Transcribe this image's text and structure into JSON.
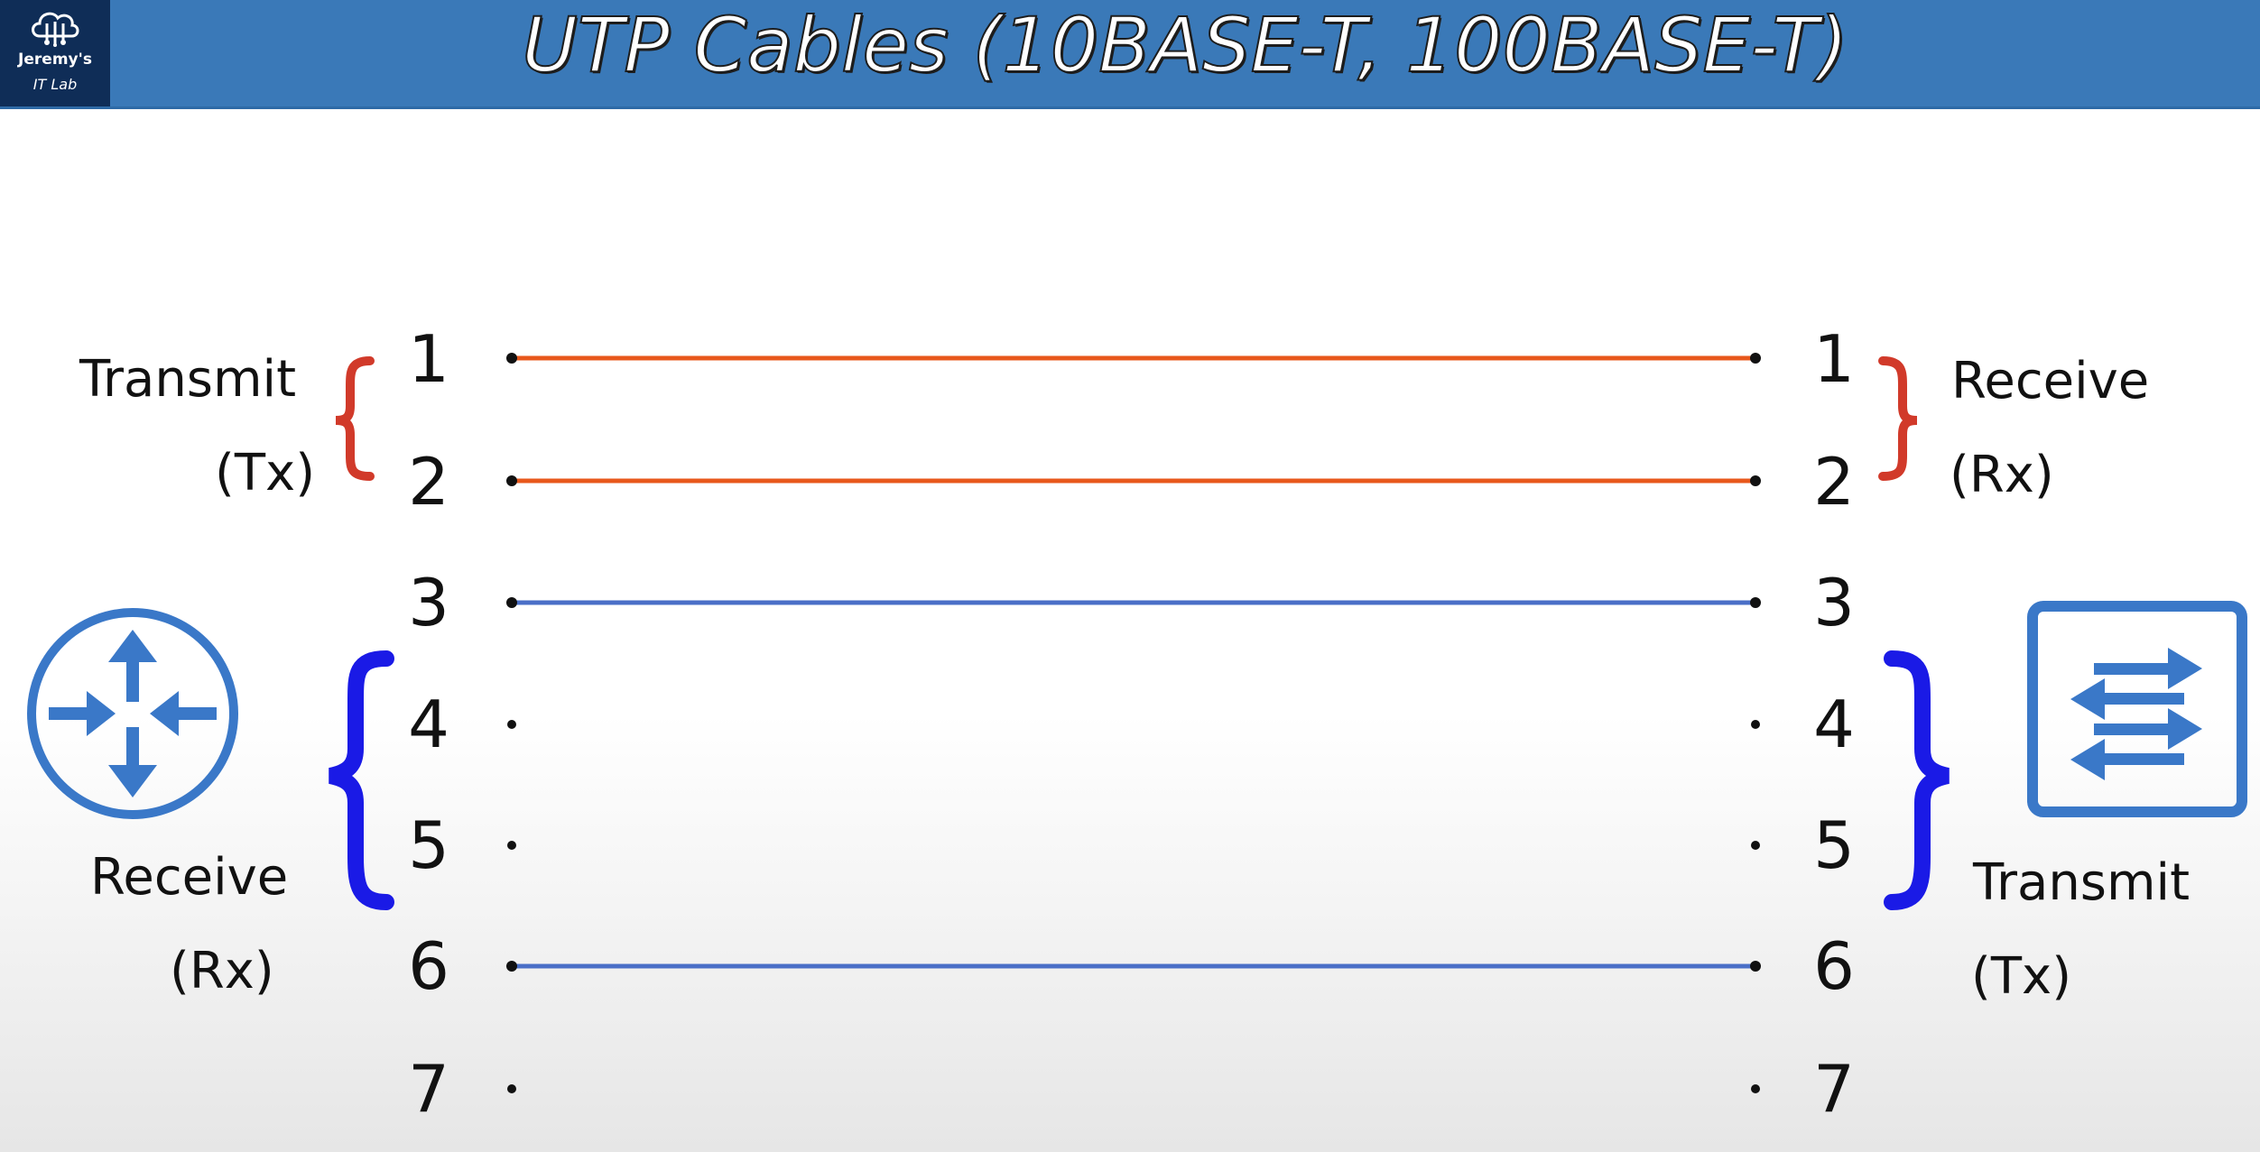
{
  "header": {
    "title": "UTP Cables (10BASE-T, 100BASE-T)",
    "bar_color": "#3a79b8"
  },
  "logo": {
    "line1": "Jeremy's",
    "line2": "IT Lab",
    "icon": "cloud-circuit-icon"
  },
  "left_side": {
    "device_icon": "router-icon",
    "tx_label": "Transmit",
    "tx_abbr": "(Tx)",
    "rx_label": "Receive",
    "rx_abbr": "(Rx)",
    "pins": [
      "1",
      "2",
      "3",
      "4",
      "5",
      "6",
      "7"
    ]
  },
  "right_side": {
    "device_icon": "switch-icon",
    "rx_label": "Receive",
    "rx_abbr": "(Rx)",
    "tx_label": "Transmit",
    "tx_abbr": "(Tx)",
    "pins": [
      "1",
      "2",
      "3",
      "4",
      "5",
      "6",
      "7"
    ]
  },
  "wires": [
    {
      "pin": "1",
      "connected": true,
      "color": "#e8581c"
    },
    {
      "pin": "2",
      "connected": true,
      "color": "#e8581c"
    },
    {
      "pin": "3",
      "connected": true,
      "color": "#4a6fc7"
    },
    {
      "pin": "4",
      "connected": false
    },
    {
      "pin": "5",
      "connected": false
    },
    {
      "pin": "6",
      "connected": true,
      "color": "#4a6fc7"
    },
    {
      "pin": "7",
      "connected": false
    }
  ],
  "colors": {
    "tx_brace": "#d13a2a",
    "rx_brace": "#1a1ae6",
    "device_icon": "#3a78c8"
  }
}
